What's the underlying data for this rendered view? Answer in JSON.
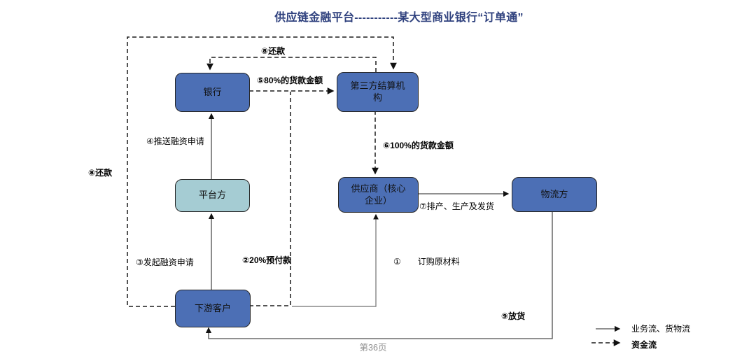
{
  "title": "供应链金融平台-----------某大型商业银行“订单通”",
  "nodes": {
    "bank": {
      "label": "银行"
    },
    "settlement": {
      "label": "第三方结算机构"
    },
    "platform": {
      "label": "平台方"
    },
    "supplier": {
      "label": "供应商（核心企业）"
    },
    "logistics": {
      "label": "物流方"
    },
    "customer": {
      "label": "下游客户"
    }
  },
  "edge_labels": {
    "step1": "①　　订购原材料",
    "step2": "②20%预付款",
    "step3": "③发起融资申请",
    "step4": "④推送融资申请",
    "step5": "⑤80%的货款金额",
    "step6": "⑥100%的货款金额",
    "step7": "⑦排产、生产及发货",
    "step8_left": "⑧还款",
    "step8_top": "⑧还款",
    "step9": "⑨放货"
  },
  "legend": {
    "solid_label": "业务流、货物流",
    "dashed_label": "资金流"
  },
  "footer": {
    "page": "第36页"
  },
  "colors": {
    "node_fill": "#4c6fb5",
    "platform_fill": "#a5ccd3",
    "title": "#2f417e"
  }
}
